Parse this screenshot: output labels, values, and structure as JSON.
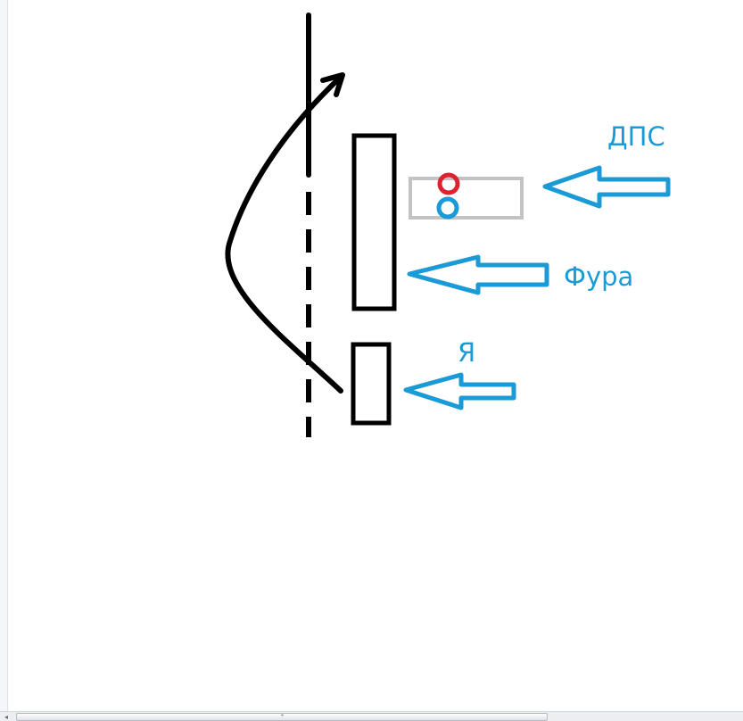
{
  "labels": {
    "dps": "ДПС",
    "truck": "Фура",
    "me": "Я"
  },
  "colors": {
    "road_line": "#000000",
    "vehicle_outline": "#000000",
    "label_arrow": "#1a9ad6",
    "dps_car_outline": "#c3c3c3",
    "dps_light_red": "#e02230",
    "dps_light_blue": "#1a9ad6"
  },
  "icons": {
    "scroll_left": "chevron-left-icon",
    "scroll_grip": "grip-icon"
  },
  "scrollbar": {
    "grip_glyph": "'''",
    "left_glyph": "◂"
  }
}
